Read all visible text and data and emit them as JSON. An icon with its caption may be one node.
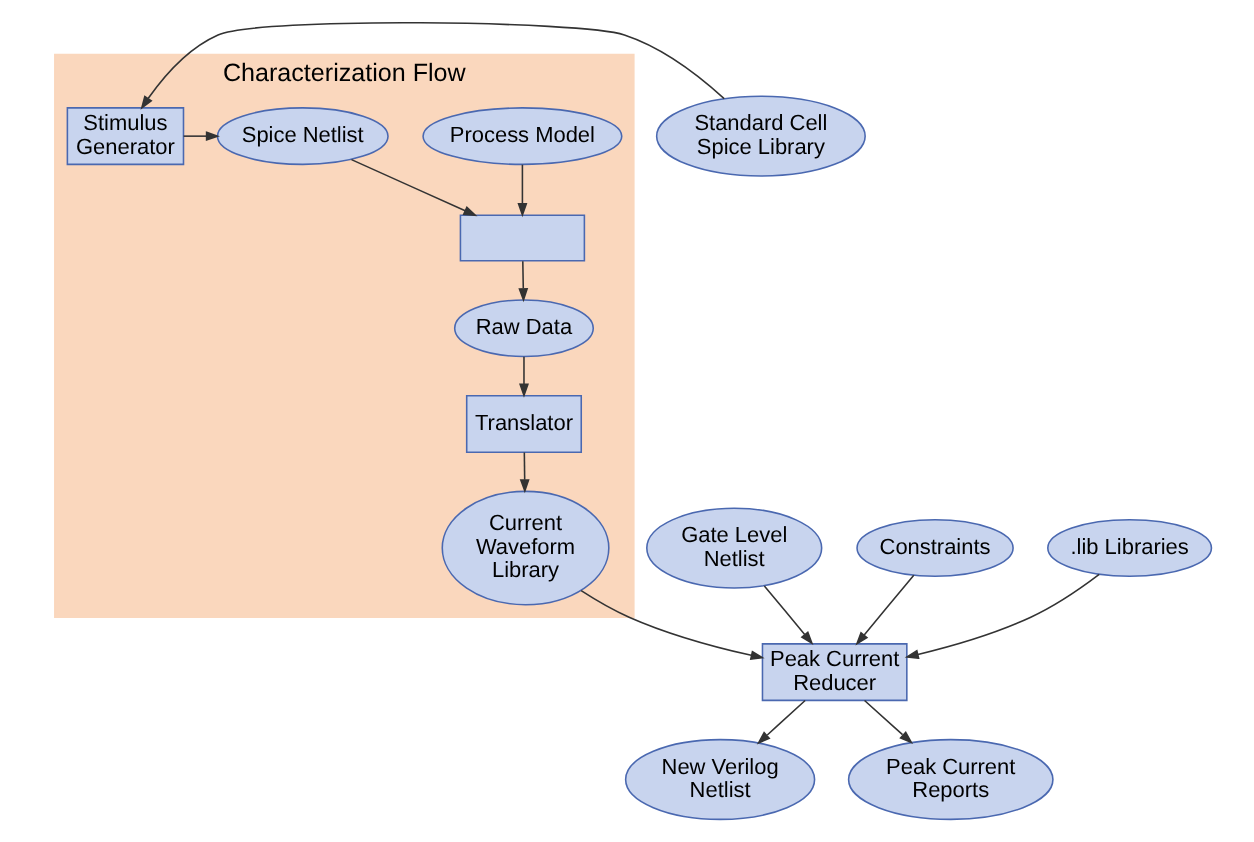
{
  "diagram": {
    "nodes": [
      {
        "text": [
          "Characterization Flow"
        ]
      },
      {
        "text": [
          "Process Model"
        ],
        "in": 0
      },
      {
        "text": [
          "Spice Netlist"
        ],
        "in": 0
      },
      {
        "text": [
          "Stimulus Generator"
        ],
        "in": 0
      },
      {
        "text": [
          "Standard Cell Spice Library"
        ]
      },
      {
        "text": [],
        "shape": "box",
        "in": 0
      },
      {
        "text": [
          "Raw Data"
        ],
        "in": 0
      },
      {
        "text": [
          "Translator"
        ],
        "in": 0
      },
      {
        "text": [
          "Current Waveform Library"
        ],
        "in": 0
      },
      {
        "text": [
          "Gate Level Netlist"
        ]
      },
      {
        "text": [
          "Constraints"
        ]
      },
      {
        "text": [
          "Peak Current Reducer"
        ]
      },
      {
        "text": [
          ".lib Libraries"
        ]
      },
      {
        "text": [
          "New Verilog Netlist"
        ]
      },
      {
        "text": [
          "Peak Current Reports"
        ]
      }
    ],
    "edges": [
      {
        "from": 4,
        "to": 3,
        "arrow": "to"
      },
      {
        "from": 3,
        "to": 2,
        "arrow": "to"
      },
      {
        "from": 1,
        "to": 5,
        "arrow": "to"
      },
      {
        "from": 2,
        "to": 5,
        "arrow": "to"
      },
      {
        "from": 5,
        "to": 6,
        "arrow": "to"
      },
      {
        "from": 6,
        "to": 7,
        "arrow": "to"
      },
      {
        "from": 7,
        "to": 8,
        "arrow": "to"
      },
      {
        "from": 8,
        "to": 11,
        "arrow": "to"
      },
      {
        "from": 9,
        "to": 11,
        "arrow": "to"
      },
      {
        "from": 10,
        "to": 11,
        "arrow": "to"
      },
      {
        "from": 12,
        "to": 11,
        "arrow": "to"
      },
      {
        "from": 11,
        "to": 13,
        "arrow": "to"
      },
      {
        "from": 11,
        "to": 14,
        "arrow": "to"
      }
    ]
  }
}
